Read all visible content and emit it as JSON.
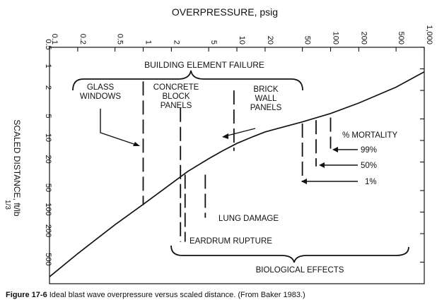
{
  "figure": {
    "label": "Figure 17-6",
    "caption": "Ideal blast wave overpressure versus scaled distance. (From Baker 1983.)"
  },
  "chart_data": {
    "type": "line",
    "x_axis": {
      "label": "OVERPRESSURE, psig",
      "scale": "log",
      "position": "top",
      "range": [
        0.1,
        1000
      ],
      "ticks": [
        0.1,
        0.2,
        0.5,
        1,
        2,
        5,
        10,
        20,
        50,
        100,
        200,
        500,
        1000
      ],
      "tick_labels": [
        "0.1",
        "0.2",
        "0.5",
        "1",
        "2",
        "5",
        "10",
        "20",
        "50",
        "100",
        "200",
        "500",
        "1,000"
      ]
    },
    "y_axis": {
      "label": "SCALED DISTANCE, ft/lb",
      "label_superscript": "1/3",
      "scale": "log",
      "inverted": true,
      "range": [
        0.5,
        1000
      ],
      "ticks": [
        0.5,
        1,
        2,
        5,
        10,
        20,
        50,
        100,
        200,
        500
      ],
      "tick_labels": [
        "0.5",
        "1",
        "2",
        "5",
        "10",
        "20",
        "50",
        "100",
        "200",
        "500"
      ]
    },
    "series": [
      {
        "points": [
          [
            0.1,
            800
          ],
          [
            0.2,
            380
          ],
          [
            0.5,
            150
          ],
          [
            1,
            78
          ],
          [
            2,
            40
          ],
          [
            3,
            27
          ],
          [
            5,
            18
          ],
          [
            7,
            14
          ],
          [
            10,
            11
          ],
          [
            15,
            8.8
          ],
          [
            20,
            7.6
          ],
          [
            50,
            5.5
          ],
          [
            100,
            4.2
          ],
          [
            200,
            3
          ],
          [
            500,
            1.8
          ],
          [
            1000,
            1.1
          ]
        ]
      }
    ],
    "threshold_lines": [
      {
        "name": "glass-windows",
        "x": 1,
        "y_from": 1.5,
        "y_to": 80
      },
      {
        "name": "concrete-block-panels",
        "x": 2.5,
        "y_from": 3.5,
        "y_to": 260
      },
      {
        "name": "eardrum-rupture",
        "x": 2.8,
        "y_from": 30,
        "y_to": 260
      },
      {
        "name": "lung-damage",
        "x": 4.6,
        "y_from": 30,
        "y_to": 120
      },
      {
        "name": "brick-wall-panels",
        "x": 9.3,
        "y_from": 2,
        "y_to": 14
      },
      {
        "name": "mortality-1",
        "x": 50,
        "y_from": 5.8,
        "y_to": 38
      },
      {
        "name": "mortality-50",
        "x": 70,
        "y_from": 5.2,
        "y_to": 23
      },
      {
        "name": "mortality-99",
        "x": 100,
        "y_from": 4.8,
        "y_to": 13
      }
    ],
    "annotations": {
      "building_element_failure": "BUILDING ELEMENT FAILURE",
      "glass_windows": [
        "GLASS",
        "WINDOWS"
      ],
      "concrete_block_panels": [
        "CONCRETE",
        "BLOCK",
        "PANELS"
      ],
      "brick_wall_panels": [
        "BRICK",
        "WALL",
        "PANELS"
      ],
      "pct_mortality": "% MORTALITY",
      "mortality_99": "99%",
      "mortality_50": "50%",
      "mortality_1": "1%",
      "lung_damage": "LUNG DAMAGE",
      "eardrum_rupture": "EARDRUM RUPTURE",
      "biological_effects": "BIOLOGICAL EFFECTS"
    },
    "grid": false
  }
}
